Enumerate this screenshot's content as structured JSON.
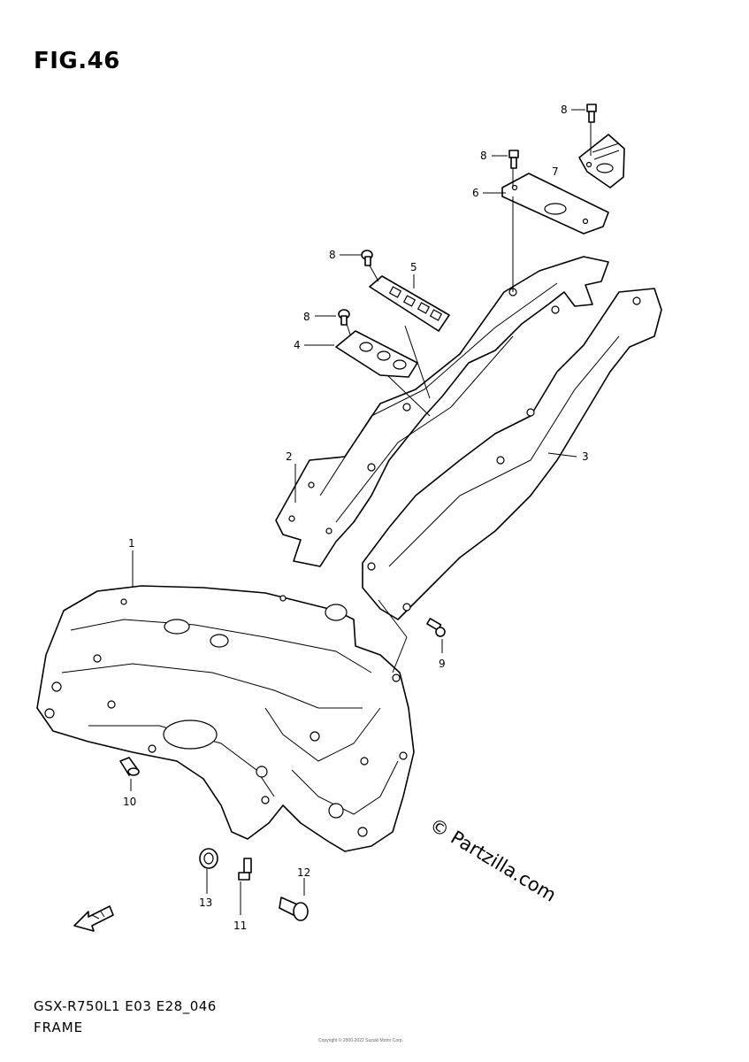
{
  "figure": {
    "title": "FIG.46",
    "footer_code": "GSX-R750L1 E03 E28_046",
    "footer_name": "FRAME"
  },
  "watermark": "© Partzilla.com",
  "copyright_note": "Copyright © 2000-2022 Suzuki Motor Corp.",
  "callouts": [
    "1",
    "2",
    "3",
    "4",
    "5",
    "6",
    "7",
    "8",
    "8",
    "8",
    "8",
    "9",
    "10",
    "11",
    "12",
    "13"
  ],
  "fwd_icon": "fwd-arrow-icon"
}
